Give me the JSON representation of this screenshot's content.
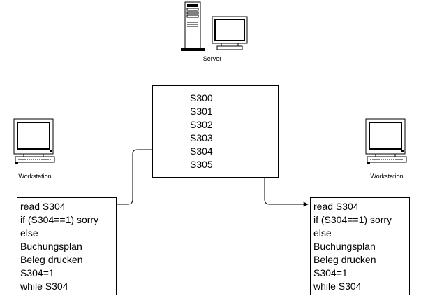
{
  "server": {
    "label": "Server"
  },
  "workstation_left": {
    "label": "Workstation"
  },
  "workstation_right": {
    "label": "Workstation"
  },
  "seat_table": {
    "items": [
      "S300",
      "S301",
      "S302",
      "S303",
      "S304",
      "S305"
    ]
  },
  "code_left": {
    "lines": [
      "read S304",
      "if (S304==1) sorry",
      "else",
      "Buchungsplan",
      "Beleg drucken",
      "S304=1",
      "while S304"
    ]
  },
  "code_right": {
    "lines": [
      "read S304",
      "if (S304==1) sorry",
      "else",
      "Buchungsplan",
      "Beleg drucken",
      "S304=1",
      "while S304"
    ]
  }
}
